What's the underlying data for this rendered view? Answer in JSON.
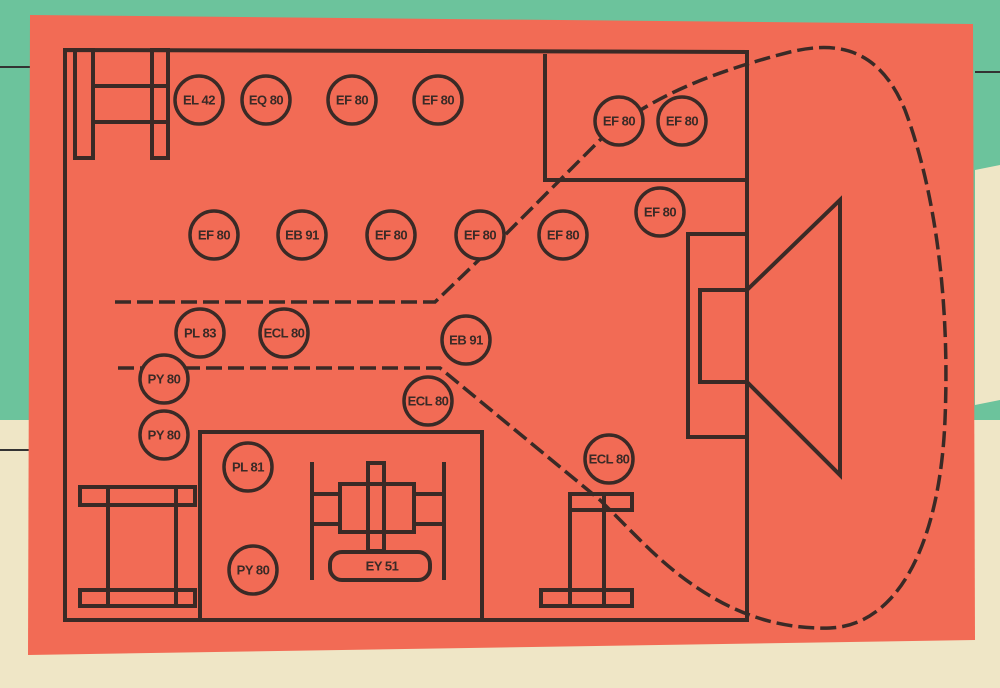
{
  "colors": {
    "paper": "#f26b55",
    "ink": "#3a2a26",
    "green": "#6cc39c",
    "cream": "#efe6c6"
  },
  "tubes": [
    "EL 42",
    "EQ 80",
    "EF 80",
    "EF 80",
    "EF 80",
    "EF 80",
    "EF 80",
    "EF 80",
    "EB 91",
    "EF 80",
    "EF 80",
    "EF 80",
    "PL 83",
    "ECL 80",
    "EB 91",
    "PY 80",
    "ECL 80",
    "PY 80",
    "PL 81",
    "ECL 80",
    "PY 80"
  ],
  "rectifier": "EY 51"
}
